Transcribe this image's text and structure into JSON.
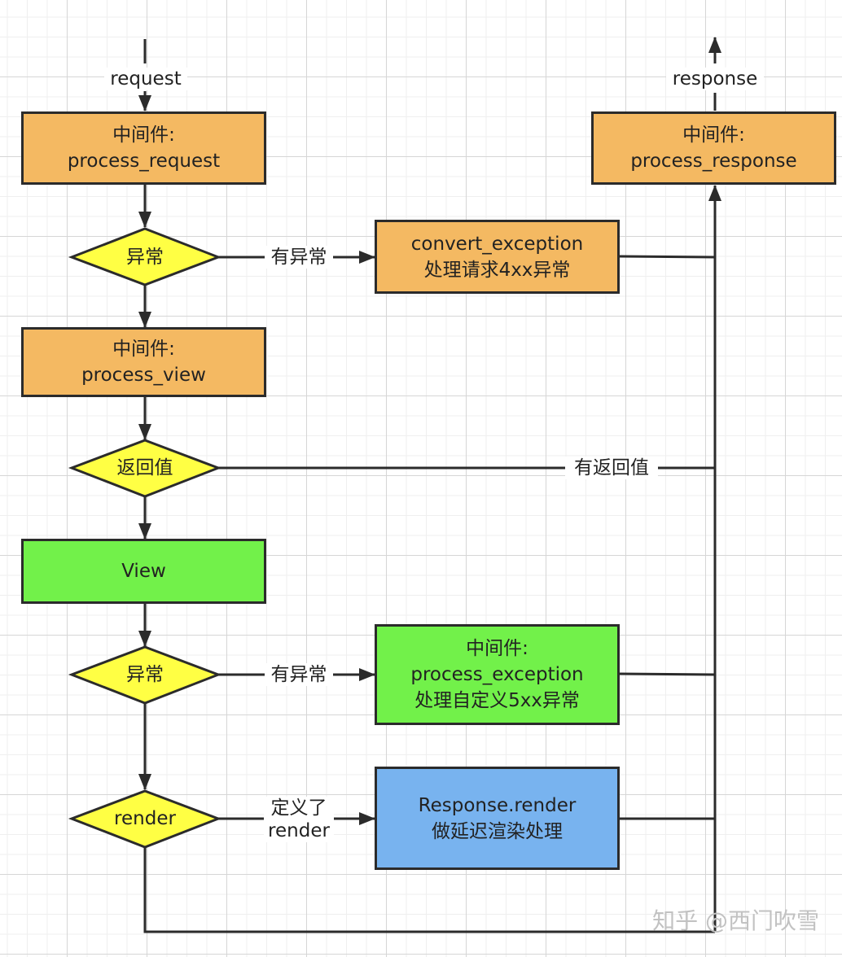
{
  "nodes": {
    "process_request": {
      "line1": "中间件:",
      "line2": "process_request"
    },
    "exception_check_1": {
      "label": "异常"
    },
    "convert_exception": {
      "line1": "convert_exception",
      "line2": "处理请求4xx异常"
    },
    "process_view": {
      "line1": "中间件:",
      "line2": "process_view"
    },
    "return_check": {
      "label": "返回值"
    },
    "view": {
      "label": "View"
    },
    "exception_check_2": {
      "label": "异常"
    },
    "process_exception": {
      "line1": "中间件:",
      "line2": "process_exception",
      "line3": "处理自定义5xx异常"
    },
    "render_check": {
      "label": "render"
    },
    "response_render": {
      "line1": "Response.render",
      "line2": "做延迟渲染处理"
    },
    "process_response": {
      "line1": "中间件:",
      "line2": "process_response"
    }
  },
  "edge_labels": {
    "request": "request",
    "response": "response",
    "has_exception_1": "有异常",
    "has_return": "有返回值",
    "has_exception_2": "有异常",
    "render_defined_line1": "定义了",
    "render_defined_line2": "render"
  },
  "watermark": "知乎 @西门吹雪",
  "colors": {
    "middleware": "#f4b962",
    "decision": "#ffff44",
    "view": "#72f14a",
    "render": "#78b3ef",
    "line": "#2b2b2b"
  }
}
